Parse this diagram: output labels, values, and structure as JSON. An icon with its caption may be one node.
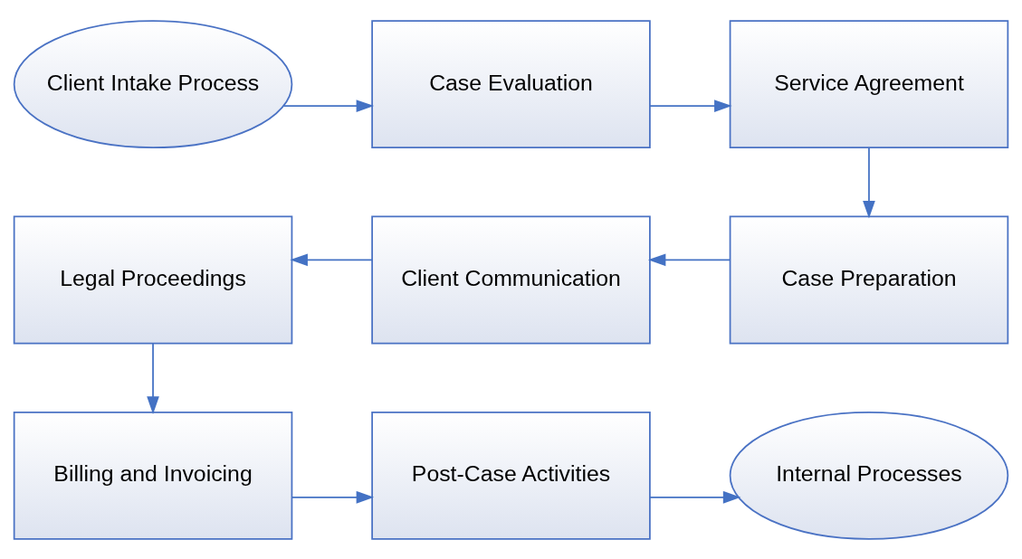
{
  "diagram": {
    "nodes": [
      {
        "text": [
          "Client Intake Process"
        ]
      },
      {
        "text": [
          "Case Evaluation"
        ]
      },
      {
        "text": [
          "Service Agreement"
        ]
      },
      {
        "text": [
          "Case Preparation"
        ]
      },
      {
        "text": [
          "Client Communication"
        ]
      },
      {
        "text": [
          "Legal Proceedings"
        ]
      },
      {
        "text": [
          "Billing and Invoicing"
        ]
      },
      {
        "text": [
          "Post-Case Activities"
        ]
      },
      {
        "text": [
          "Internal Processes"
        ]
      }
    ],
    "edges": [
      {
        "from": 0,
        "to": 1,
        "arrow": "to"
      },
      {
        "from": 1,
        "to": 2,
        "arrow": "to"
      },
      {
        "from": 2,
        "to": 3,
        "arrow": "to"
      },
      {
        "from": 3,
        "to": 4,
        "arrow": "to"
      },
      {
        "from": 4,
        "to": 5,
        "arrow": "to"
      },
      {
        "from": 5,
        "to": 6,
        "arrow": "to"
      },
      {
        "from": 6,
        "to": 7,
        "arrow": "to"
      },
      {
        "from": 7,
        "to": 8,
        "arrow": "to"
      }
    ]
  }
}
